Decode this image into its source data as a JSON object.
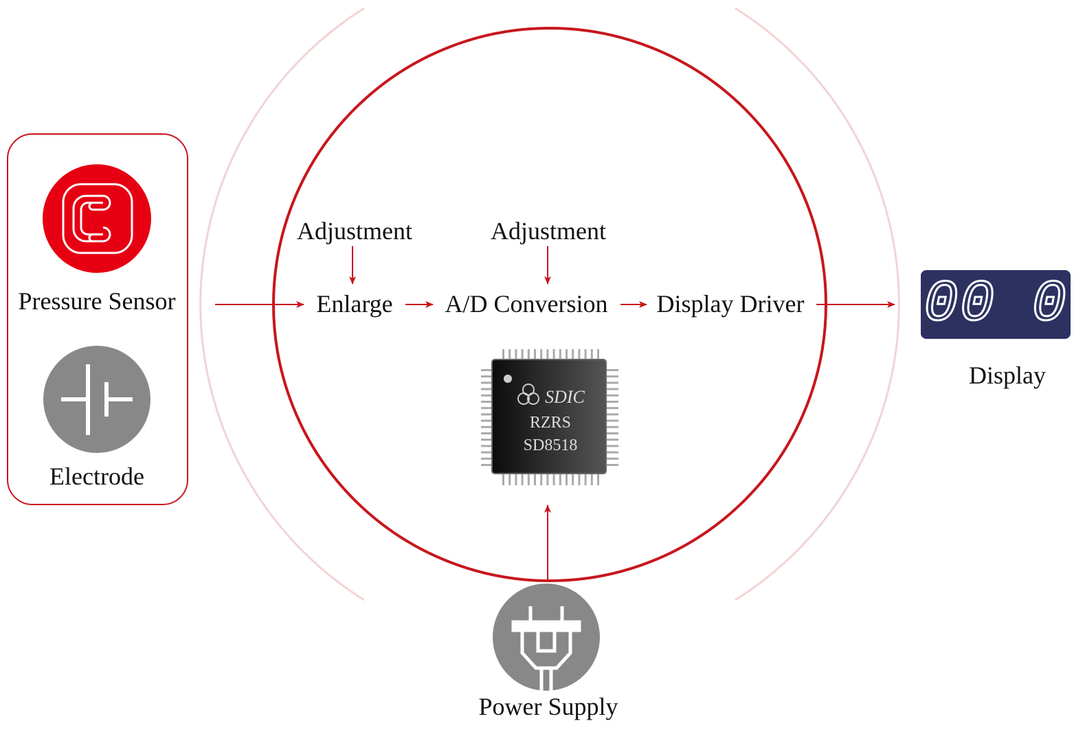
{
  "inputs": {
    "pressure_sensor_label": "Pressure Sensor",
    "electrode_label": "Electrode"
  },
  "flow": {
    "adjustment_1": "Adjustment",
    "adjustment_2": "Adjustment",
    "enlarge": "Enlarge",
    "ad_conversion": "A/D Conversion",
    "display_driver": "Display Driver"
  },
  "chip": {
    "brand": "SDIC",
    "line1": "RZRS",
    "line2": "SD8518"
  },
  "output": {
    "display_value": "00 0",
    "display_label": "Display"
  },
  "power": {
    "label": "Power Supply"
  },
  "colors": {
    "accent": "#c8161d",
    "icon_red": "#e60012",
    "icon_gray": "#888888",
    "display_bg": "#2d3160",
    "faint_arc": "#f2d4d4"
  }
}
